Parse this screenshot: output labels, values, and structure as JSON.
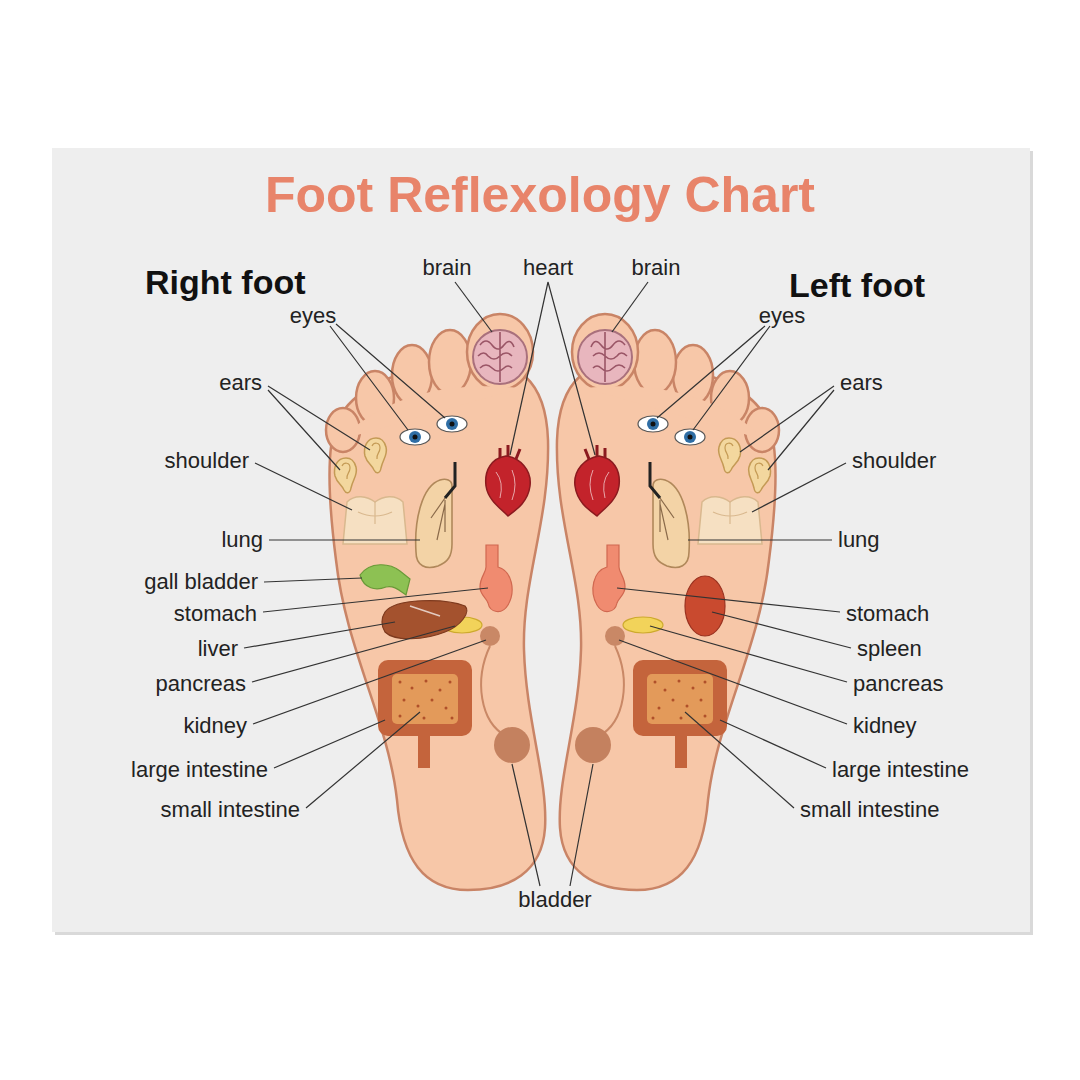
{
  "diagram": {
    "title": "Foot Reflexology Chart",
    "labels": [
      "Right foot",
      "eyes",
      "ears",
      "shoulder",
      "lung",
      "gall bladder",
      "stomach",
      "liver",
      "pancreas",
      "kidney",
      "large intestine",
      "small intestine",
      "brain",
      "heart",
      "brain",
      "Left foot",
      "eyes",
      "ears",
      "shoulder",
      "lung",
      "stomach",
      "spleen",
      "pancreas",
      "kidney",
      "large intestine",
      "small intestine",
      "bladder"
    ]
  }
}
